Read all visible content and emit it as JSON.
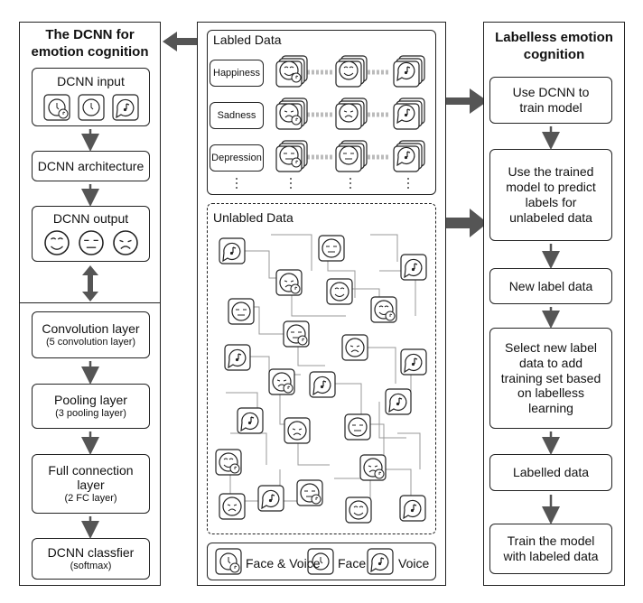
{
  "left": {
    "title_line1": "The DCNN for",
    "title_line2": "emotion cognition",
    "input_label": "DCNN input",
    "architecture_label": "DCNN architecture",
    "output_label": "DCNN output",
    "layers": [
      {
        "line1": "Convolution layer",
        "line2": "(5 convolution layer)"
      },
      {
        "line1": "Pooling layer",
        "line2": "(3 pooling layer)"
      },
      {
        "line1": "Full connection",
        "line1b": "layer",
        "line2": "(2 FC layer)"
      },
      {
        "line1": "DCNN classfier",
        "line2": "(softmax)"
      }
    ]
  },
  "middle": {
    "labeled_title": "Labled Data",
    "labels": [
      "Happiness",
      "Sadness",
      "Depression"
    ],
    "unlabeled_title": "Unlabled Data",
    "legend": [
      "Face & Voice",
      "Face",
      "Voice"
    ]
  },
  "right": {
    "title_line1": "Labelless emotion",
    "title_line2": "cognition",
    "steps": [
      [
        "Use DCNN to",
        "train model"
      ],
      [
        "Use the trained",
        "model to predict",
        "labels for",
        "unlabeled data"
      ],
      [
        "New label data"
      ],
      [
        "Select new label",
        "data to add",
        "training set based",
        "on labelless",
        "learning"
      ],
      [
        "Labelled data"
      ],
      [
        "Train the model",
        "with labeled data"
      ]
    ]
  }
}
